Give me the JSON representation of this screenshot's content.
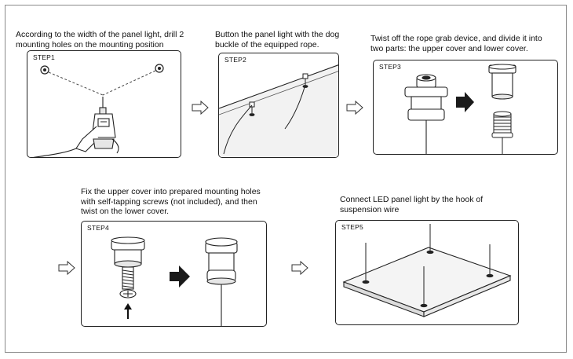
{
  "steps": [
    {
      "label": "STEP1",
      "caption": [
        "According to the width of the panel light, drill 2",
        "mounting holes on the mounting position"
      ]
    },
    {
      "label": "STEP2",
      "caption": [
        "Button the panel light with the dog",
        "buckle of the equipped rope."
      ]
    },
    {
      "label": "STEP3",
      "caption": [
        "Twist off the rope grab device, and divide it into",
        "two parts: the upper cover and lower cover."
      ]
    },
    {
      "label": "STEP4",
      "caption": [
        "Fix the upper cover into prepared mounting holes",
        "with self-tapping screws (not included), and then",
        "twist on the lower cover."
      ]
    },
    {
      "label": "STEP5",
      "caption": [
        "Connect LED panel light by the hook of",
        "suspension wire"
      ]
    }
  ],
  "icons": {
    "flow_arrow": "outline-right-arrow-icon",
    "transform_arrow": "solid-right-arrow-icon",
    "up_arrow": "up-arrow-icon",
    "drill": "drill-icon",
    "hole": "mounting-hole-icon"
  },
  "colors": {
    "outline": "#222222",
    "panel_fill": "#f2f2f2",
    "dark_fill": "#1a1a1a"
  }
}
